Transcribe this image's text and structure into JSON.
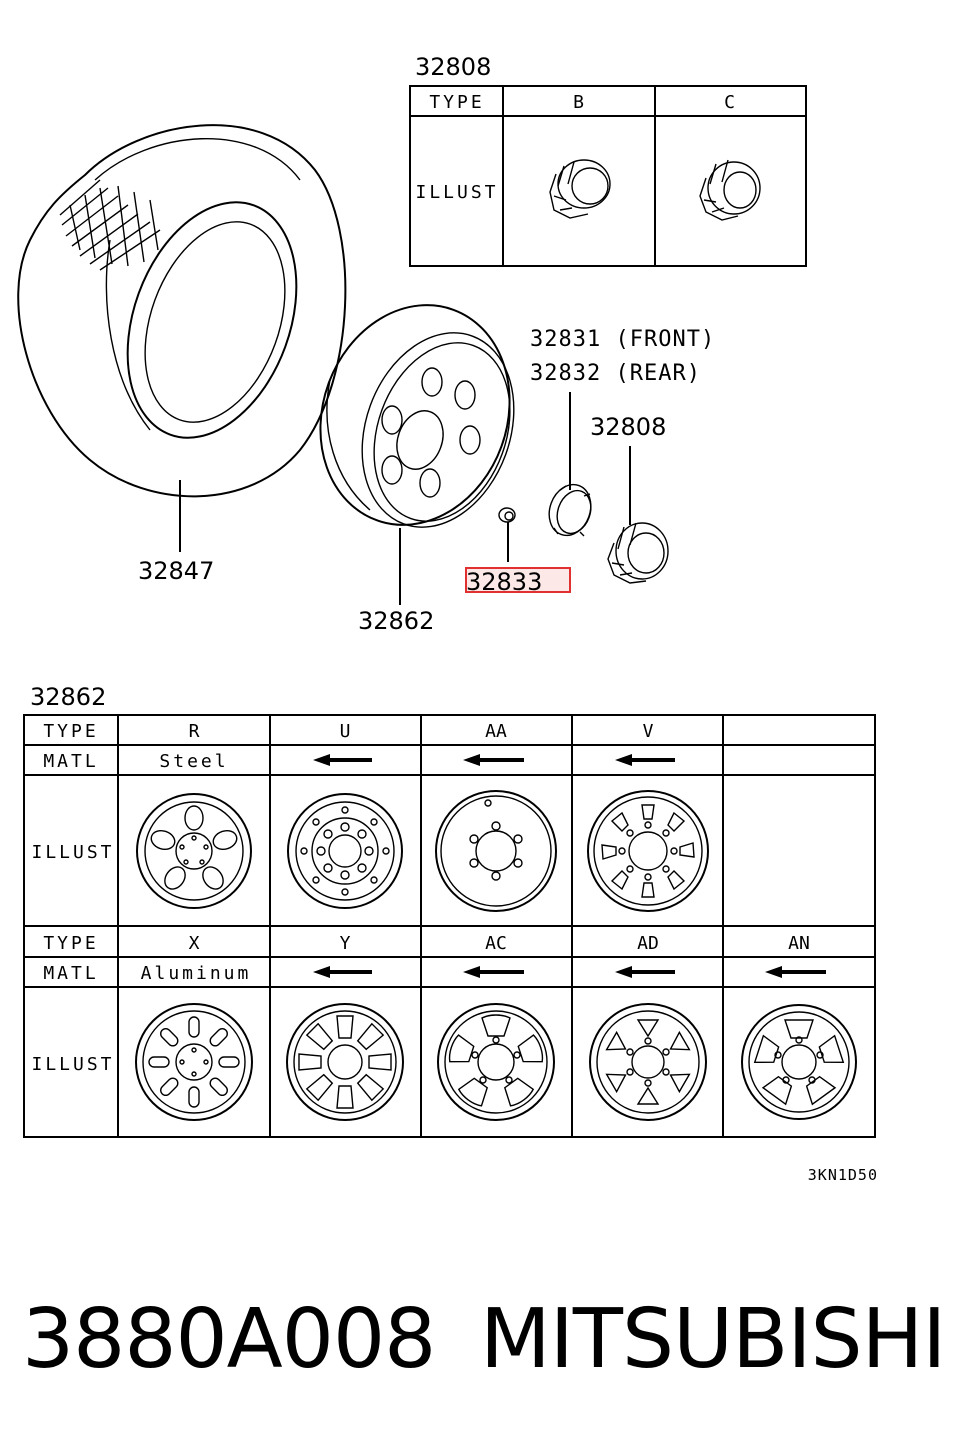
{
  "callouts": {
    "cap_table_ref": "32808",
    "tire": "32847",
    "wheel": "32862",
    "nut": "32833",
    "front": "32831 (FRONT)",
    "rear": "32832 (REAR)",
    "cap": "32808",
    "wheel_table_ref": "32862"
  },
  "highlight_color": "#e03030",
  "cap_table": {
    "type_label": "TYPE",
    "illust_label": "ILLUST",
    "types": [
      "B",
      "C"
    ]
  },
  "wheel_table": {
    "type_label": "TYPE",
    "matl_label": "MATL",
    "illust_label": "ILLUST",
    "row1": {
      "types": [
        "R",
        "U",
        "AA",
        "V",
        ""
      ],
      "matl": "Steel"
    },
    "row2": {
      "types": [
        "X",
        "Y",
        "AC",
        "AD",
        "AN"
      ],
      "matl": "Aluminum"
    }
  },
  "diagram_code": "3KN1D50",
  "footer": {
    "part_number": "3880A008",
    "brand": "MITSUBISHI"
  }
}
